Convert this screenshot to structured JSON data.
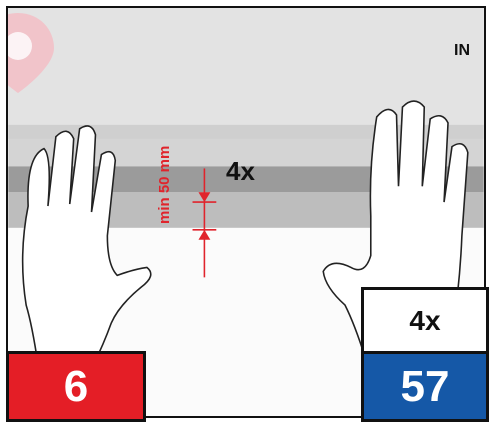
{
  "corner_label": "IN",
  "quantity_label": "4x",
  "dimension_label": "min 50 mm",
  "step_number": "6",
  "badge_quantity": "4x",
  "part_number": "57",
  "colors": {
    "red": "#e41e26",
    "blue": "#1558a7",
    "dimension": "#e0242c"
  }
}
